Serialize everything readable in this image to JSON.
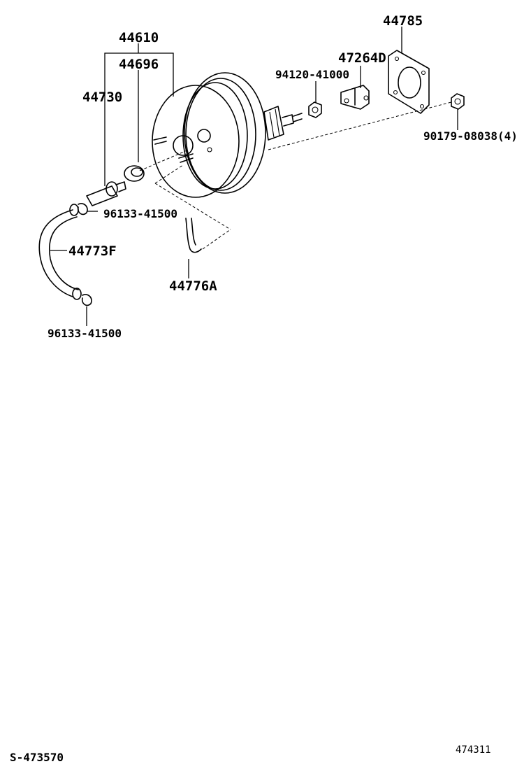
{
  "labels": {
    "p44610": "44610",
    "p44696": "44696",
    "p44730": "44730",
    "p44785": "44785",
    "p47264D": "47264D",
    "p94120": "94120-41000",
    "p90179": "90179-08038(4)",
    "p96133_upper": "96133-41500",
    "p44773F": "44773F",
    "p44776A": "44776A",
    "p96133_lower": "96133-41500"
  },
  "footer": {
    "left_code": "S-473570",
    "right_code": "474311"
  }
}
